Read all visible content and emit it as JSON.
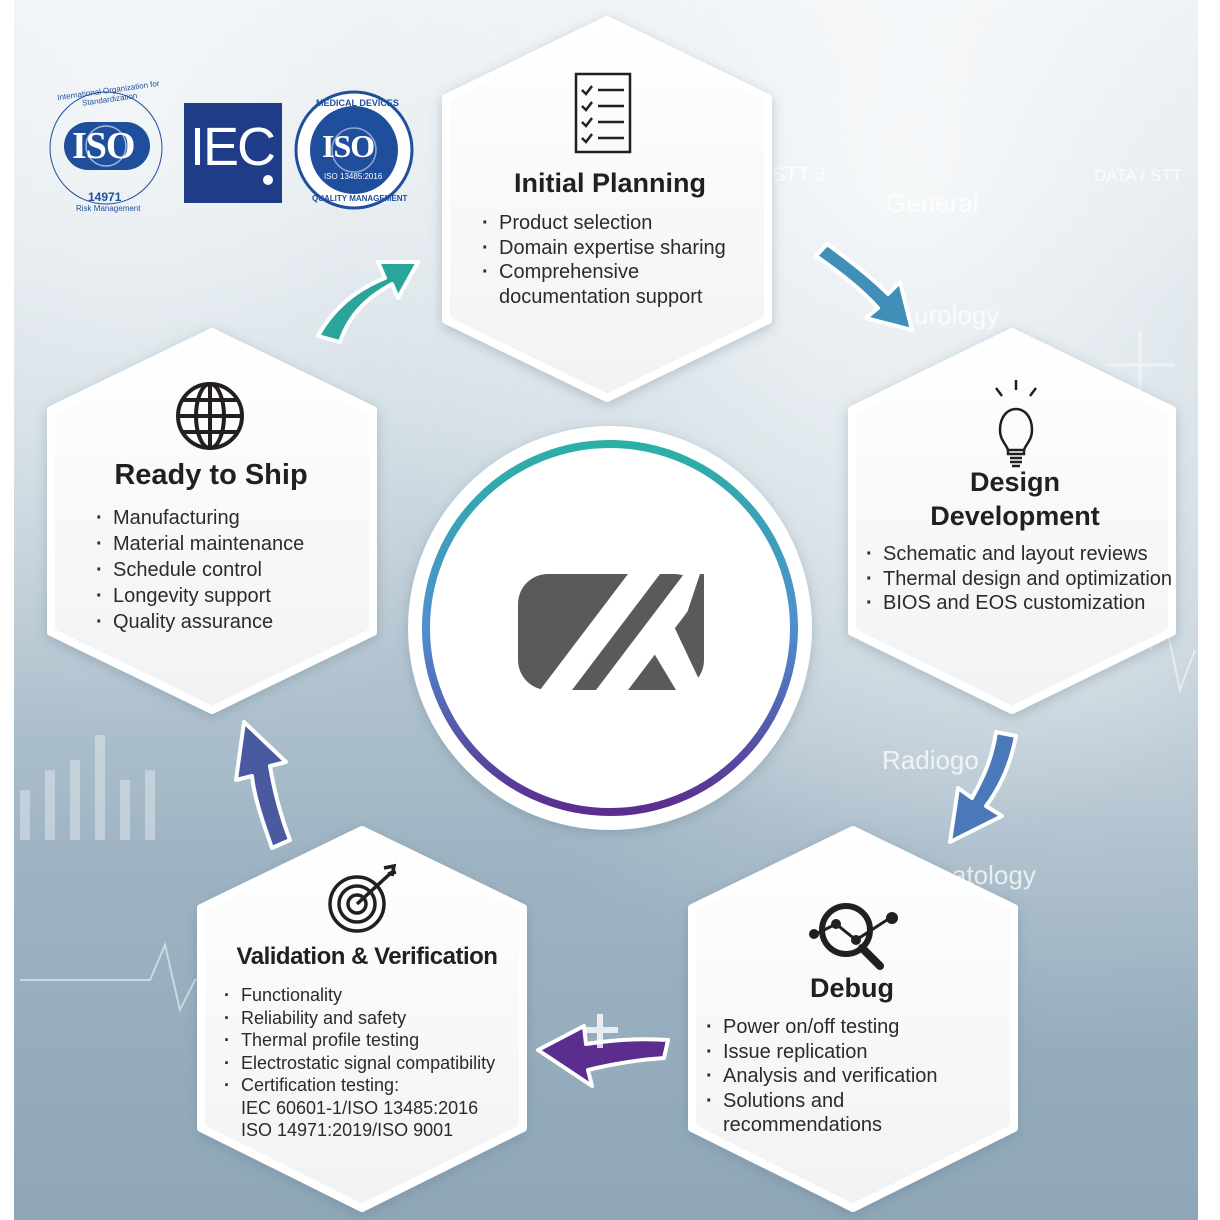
{
  "logos": {
    "iso_risk": {
      "name": "International Organization for Standardization",
      "code": "ISO",
      "number": "14971",
      "caption": "Risk Management",
      "color": "#1f4e9c"
    },
    "iec": {
      "text": "IEC",
      "color": "#1f3c88"
    },
    "iso_medical": {
      "ring_top": "MEDICAL DEVICES",
      "code": "ISO",
      "number": "ISO 13485:2016",
      "ring_bottom": "QUALITY MANAGEMENT",
      "color": "#1f4e9c"
    }
  },
  "background_labels": {
    "stt3": "STT 3",
    "data_stt": "DATA / STT",
    "general": "General",
    "neurology": "urology",
    "radiology": "Radiogo",
    "dermatology": "atology"
  },
  "center_logo": {
    "name": "axiomtek-logo",
    "color": "#5a5a5a"
  },
  "steps": {
    "initial_planning": {
      "title": "Initial Planning",
      "icon": "checklist-icon",
      "items": [
        "Product selection",
        "Domain expertise sharing",
        "Comprehensive",
        "documentation support"
      ]
    },
    "design_development": {
      "title_line1": "Design",
      "title_line2": "Development",
      "icon": "lightbulb-icon",
      "items": [
        "Schematic and layout reviews",
        "Thermal design and optimization",
        "BIOS and EOS customization"
      ]
    },
    "debug": {
      "title": "Debug",
      "icon": "magnifier-graph-icon",
      "items": [
        "Power on/off testing",
        "Issue replication",
        "Analysis and verification",
        "Solutions and recommendations"
      ]
    },
    "validation": {
      "title": "Validation & Verification",
      "icon": "target-icon",
      "items": [
        "Functionality",
        "Reliability and safety",
        "Thermal profile testing",
        "Electrostatic signal compatibility",
        "Certification testing:",
        "IEC 60601-1/ISO 13485:2016",
        "ISO 14971:2019/ISO 9001"
      ]
    },
    "ready_to_ship": {
      "title": "Ready to Ship",
      "icon": "globe-icon",
      "items": [
        "Manufacturing",
        "Material maintenance",
        "Schedule control",
        "Longevity support",
        "Quality assurance"
      ]
    }
  },
  "colors": {
    "arrow_teal": "#2aa59a",
    "arrow_blue": "#3f8fb8",
    "arrow_steel": "#4a78b8",
    "arrow_purple": "#5b2d8e",
    "arrow_indigo": "#4a5aa0",
    "ring_top": "#2ab0a5",
    "ring_bottom": "#5b2d8e"
  }
}
